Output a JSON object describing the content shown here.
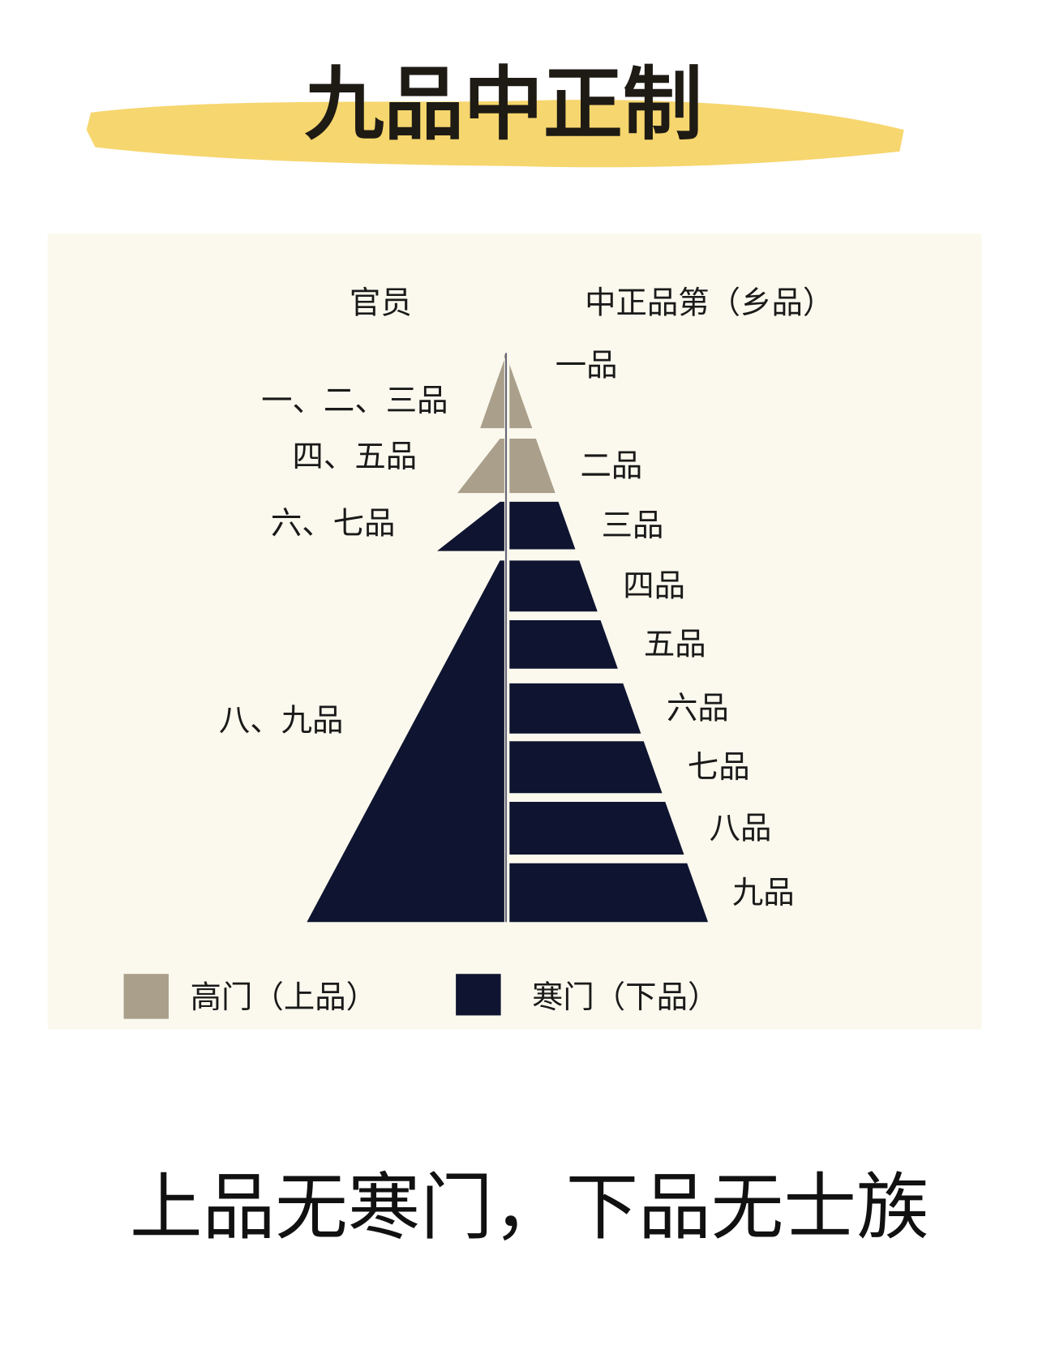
{
  "title": "九品中正制",
  "headers": {
    "left": "官员",
    "right": "中正品第（乡品）"
  },
  "left_bands": [
    {
      "label": "一、二、三品",
      "class": "high"
    },
    {
      "label": "四、五品",
      "class": "high"
    },
    {
      "label": "六、七品",
      "class": "low"
    },
    {
      "label": "八、九品",
      "class": "low"
    }
  ],
  "right_bands": [
    {
      "label": "一品",
      "class": "high"
    },
    {
      "label": "二品",
      "class": "high"
    },
    {
      "label": "三品",
      "class": "low"
    },
    {
      "label": "四品",
      "class": "low"
    },
    {
      "label": "五品",
      "class": "low"
    },
    {
      "label": "六品",
      "class": "low"
    },
    {
      "label": "七品",
      "class": "low"
    },
    {
      "label": "八品",
      "class": "low"
    },
    {
      "label": "九品",
      "class": "low"
    }
  ],
  "legend": [
    {
      "label": "高门（上品）",
      "class": "high"
    },
    {
      "label": "寒门（下品）",
      "class": "low"
    }
  ],
  "slogan": "上品无寒门，下品无士族",
  "colors": {
    "high": "#aa9f8a",
    "low": "#0f1530",
    "panel": "#fbf9ee",
    "brush": "#f6d66e"
  }
}
